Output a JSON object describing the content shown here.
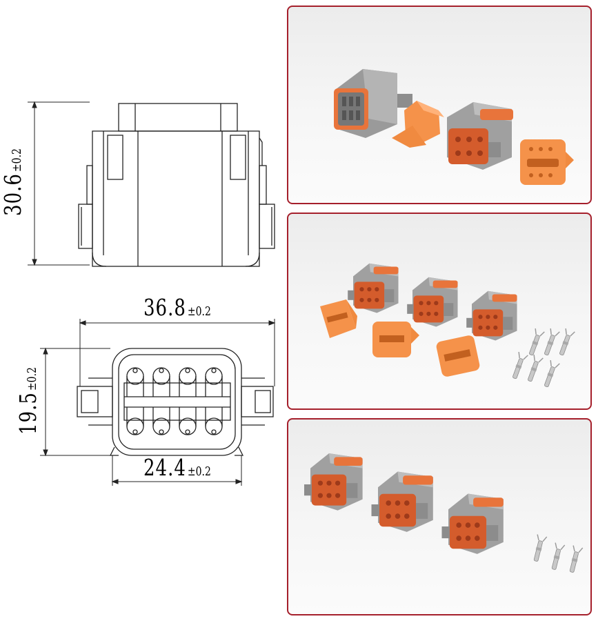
{
  "drawing": {
    "side_view": {
      "height_dim": {
        "value": "30.6",
        "tolerance": "±0.2"
      }
    },
    "front_view": {
      "width_dim": {
        "value": "36.8",
        "tolerance": "±0.2"
      },
      "height_dim": {
        "value": "19.5",
        "tolerance": "±0.2"
      },
      "inner_width_dim": {
        "value": "24.4",
        "tolerance": "±0.2"
      }
    }
  },
  "photos": [
    {
      "panel": "panel-1",
      "subject": "exploded-connector-set"
    },
    {
      "panel": "panel-2",
      "subject": "connectors-wedgelocks-terminals"
    },
    {
      "panel": "panel-3",
      "subject": "connectors-and-terminals"
    }
  ],
  "colors": {
    "panel_border": "#a51f2b",
    "housing_grey": "#9c9c9c",
    "seal_orange": "#e8743b",
    "wedgelock_orange": "#f5924a",
    "terminal_silver": "#c8c8c8"
  }
}
